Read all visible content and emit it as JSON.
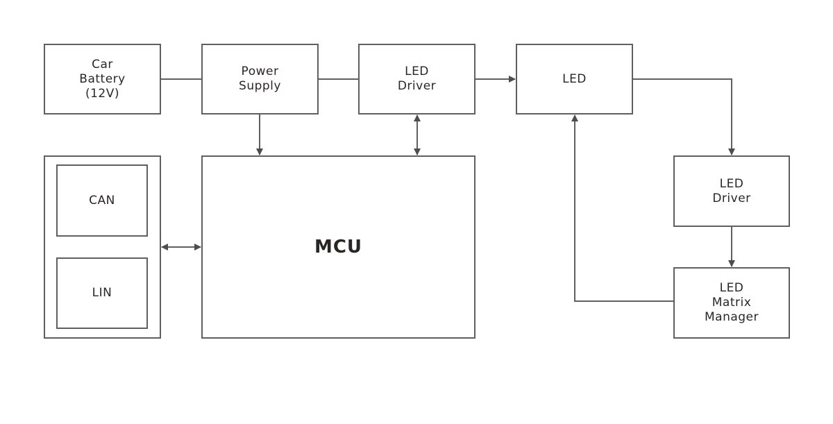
{
  "diagram": {
    "blocks": {
      "car_battery": {
        "label": "Car\nBattery\n(12V)"
      },
      "power_supply": {
        "label": "Power\nSupply"
      },
      "led_driver_top": {
        "label": "LED\nDriver"
      },
      "led": {
        "label": "LED"
      },
      "mcu": {
        "label": "MCU"
      },
      "can": {
        "label": "CAN"
      },
      "lin": {
        "label": "LIN"
      },
      "led_driver_right": {
        "label": "LED\nDriver"
      },
      "led_matrix_manager": {
        "label": "LED\nMatrix\nManager"
      }
    },
    "connections": [
      {
        "from": "Car Battery",
        "to": "Power Supply",
        "type": "line"
      },
      {
        "from": "Power Supply",
        "to": "LED Driver",
        "type": "line"
      },
      {
        "from": "LED Driver",
        "to": "LED",
        "type": "arrow"
      },
      {
        "from": "Power Supply",
        "to": "MCU",
        "type": "arrow"
      },
      {
        "from": "LED Driver",
        "to": "MCU",
        "type": "bidirectional"
      },
      {
        "from": "CAN/LIN",
        "to": "MCU",
        "type": "bidirectional"
      },
      {
        "from": "LED",
        "to": "LED Driver (right)",
        "type": "arrow"
      },
      {
        "from": "LED Driver (right)",
        "to": "LED Matrix Manager",
        "type": "arrow"
      },
      {
        "from": "LED Matrix Manager",
        "to": "LED",
        "type": "arrow"
      }
    ],
    "colors": {
      "stroke": "#5f5f5f",
      "arrow": "#4d4d4d",
      "text": "#2b2626"
    }
  }
}
